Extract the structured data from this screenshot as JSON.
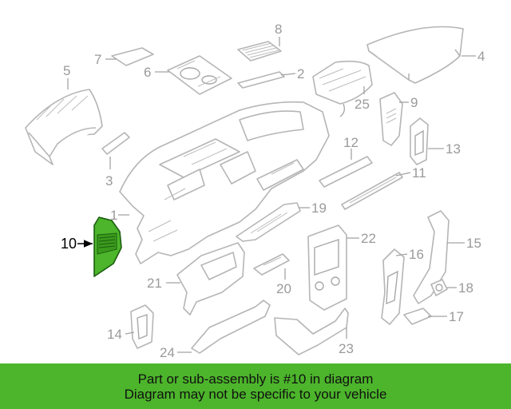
{
  "diagram": {
    "callouts": [
      "1",
      "2",
      "3",
      "4",
      "5",
      "6",
      "7",
      "8",
      "9",
      "10",
      "11",
      "12",
      "13",
      "14",
      "15",
      "16",
      "17",
      "18",
      "19",
      "20",
      "21",
      "22",
      "23",
      "24",
      "25"
    ],
    "highlighted": "10",
    "highlight_color": "#4cb52b"
  },
  "banner": {
    "line1": "Part or sub-assembly is #10 in diagram",
    "line2": "Diagram may not be specific to your vehicle",
    "background": "#4cb52b"
  }
}
